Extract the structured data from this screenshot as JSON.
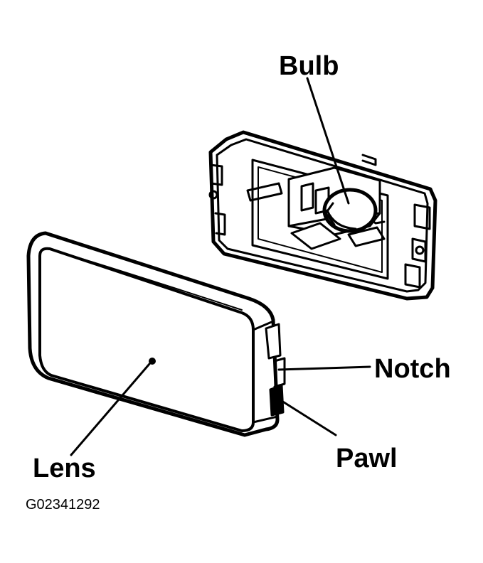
{
  "labels": {
    "bulb": "Bulb",
    "notch": "Notch",
    "pawl": "Pawl",
    "lens": "Lens",
    "figure_code": "G02341292"
  },
  "colors": {
    "ink": "#000000",
    "paper": "#ffffff",
    "bulb_fill": "#ffffff"
  }
}
